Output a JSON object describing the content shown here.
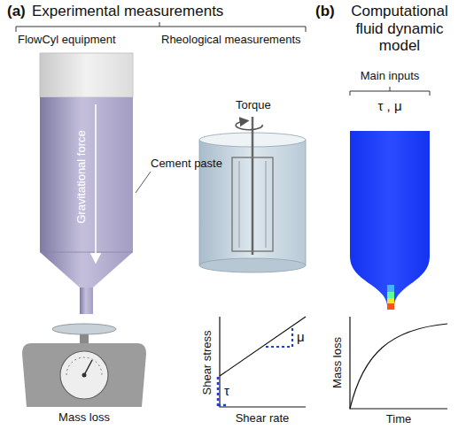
{
  "diagram": {
    "labels": [
      "(a)",
      "Experimental measurements",
      "(b)",
      "Computational fluid dynamic model",
      "FlowCyl equipment",
      "Rheological measurements",
      "Gravitational force",
      "Cement paste",
      "Torque",
      "Mass loss",
      "Shear stress",
      "Shear rate",
      "τ",
      "μ",
      "Main inputs",
      "τ , μ",
      "Mass loss",
      "Time"
    ]
  }
}
